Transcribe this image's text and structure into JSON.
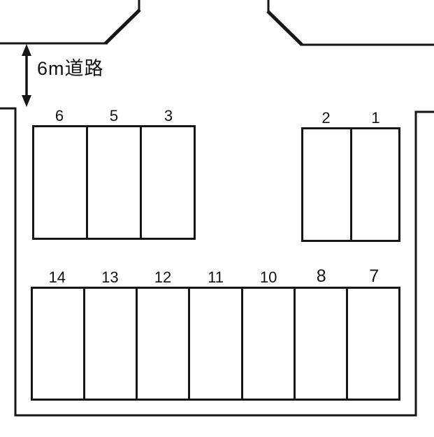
{
  "road": {
    "label": "6m道路",
    "arrow_icon": "double-headed-vertical-arrow"
  },
  "parking_groups": [
    {
      "name": "upper-left",
      "stalls": [
        "6",
        "5",
        "3"
      ]
    },
    {
      "name": "upper-right",
      "stalls": [
        "2",
        "1"
      ]
    },
    {
      "name": "lower",
      "stalls": [
        "14",
        "13",
        "12",
        "11",
        "10",
        "8",
        "7"
      ]
    }
  ],
  "colors": {
    "line": "#161616",
    "text": "#111111",
    "background": "#ffffff"
  }
}
